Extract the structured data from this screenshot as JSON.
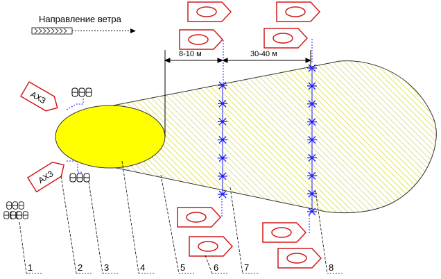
{
  "wind": {
    "label": "Направление ветра"
  },
  "dimensions": {
    "first": "8-10 м",
    "second": "30-40 м"
  },
  "boat_label": "АХЗ",
  "callouts": [
    "1",
    "2",
    "3",
    "4",
    "5",
    "6",
    "7",
    "8"
  ],
  "colors": {
    "spill": "#ffff00",
    "cloud_hatch": "#e0e070",
    "water_curtain": "#1a1aff",
    "boat_stroke": "#d01818",
    "leader": "#000000"
  }
}
